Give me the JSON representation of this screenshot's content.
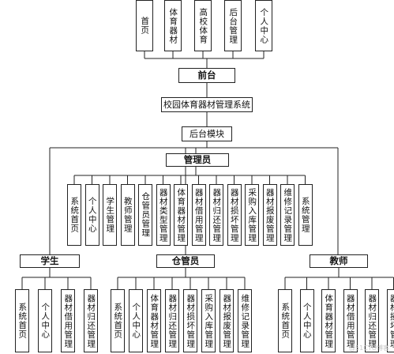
{
  "top_modules": [
    "首页",
    "体育器材",
    "高校体育",
    "后台管理",
    "个人中心"
  ],
  "front": "前台",
  "system_title": "校园体育器材管理系统",
  "backend": "后台模块",
  "admin": {
    "label": "管理员",
    "children": [
      "系统首页",
      "个人中心",
      "学生管理",
      "教师管理",
      "仓管员管理",
      "器材类型管理",
      "体育器材管理",
      "器材借用管理",
      "器材归还管理",
      "器材损坏管理",
      "采购入库管理",
      "器材报废管理",
      "维修记录管理",
      "系统管理"
    ]
  },
  "student": {
    "label": "学生",
    "children": [
      "系统首页",
      "个人中心",
      "器材借用管理",
      "器材归还管理"
    ]
  },
  "keeper": {
    "label": "仓管员",
    "children": [
      "系统首页",
      "个人中心",
      "体育器材管理",
      "器材归还管理",
      "器材损坏管理",
      "采购入库管理",
      "器材报废管理",
      "维修记录管理"
    ]
  },
  "teacher": {
    "label": "教师",
    "children": [
      "系统首页",
      "个人中心",
      "体育器材管理",
      "器材借用管理",
      "器材归还管理",
      "器材损坏管理"
    ]
  },
  "watermark": "@51CTO博客"
}
